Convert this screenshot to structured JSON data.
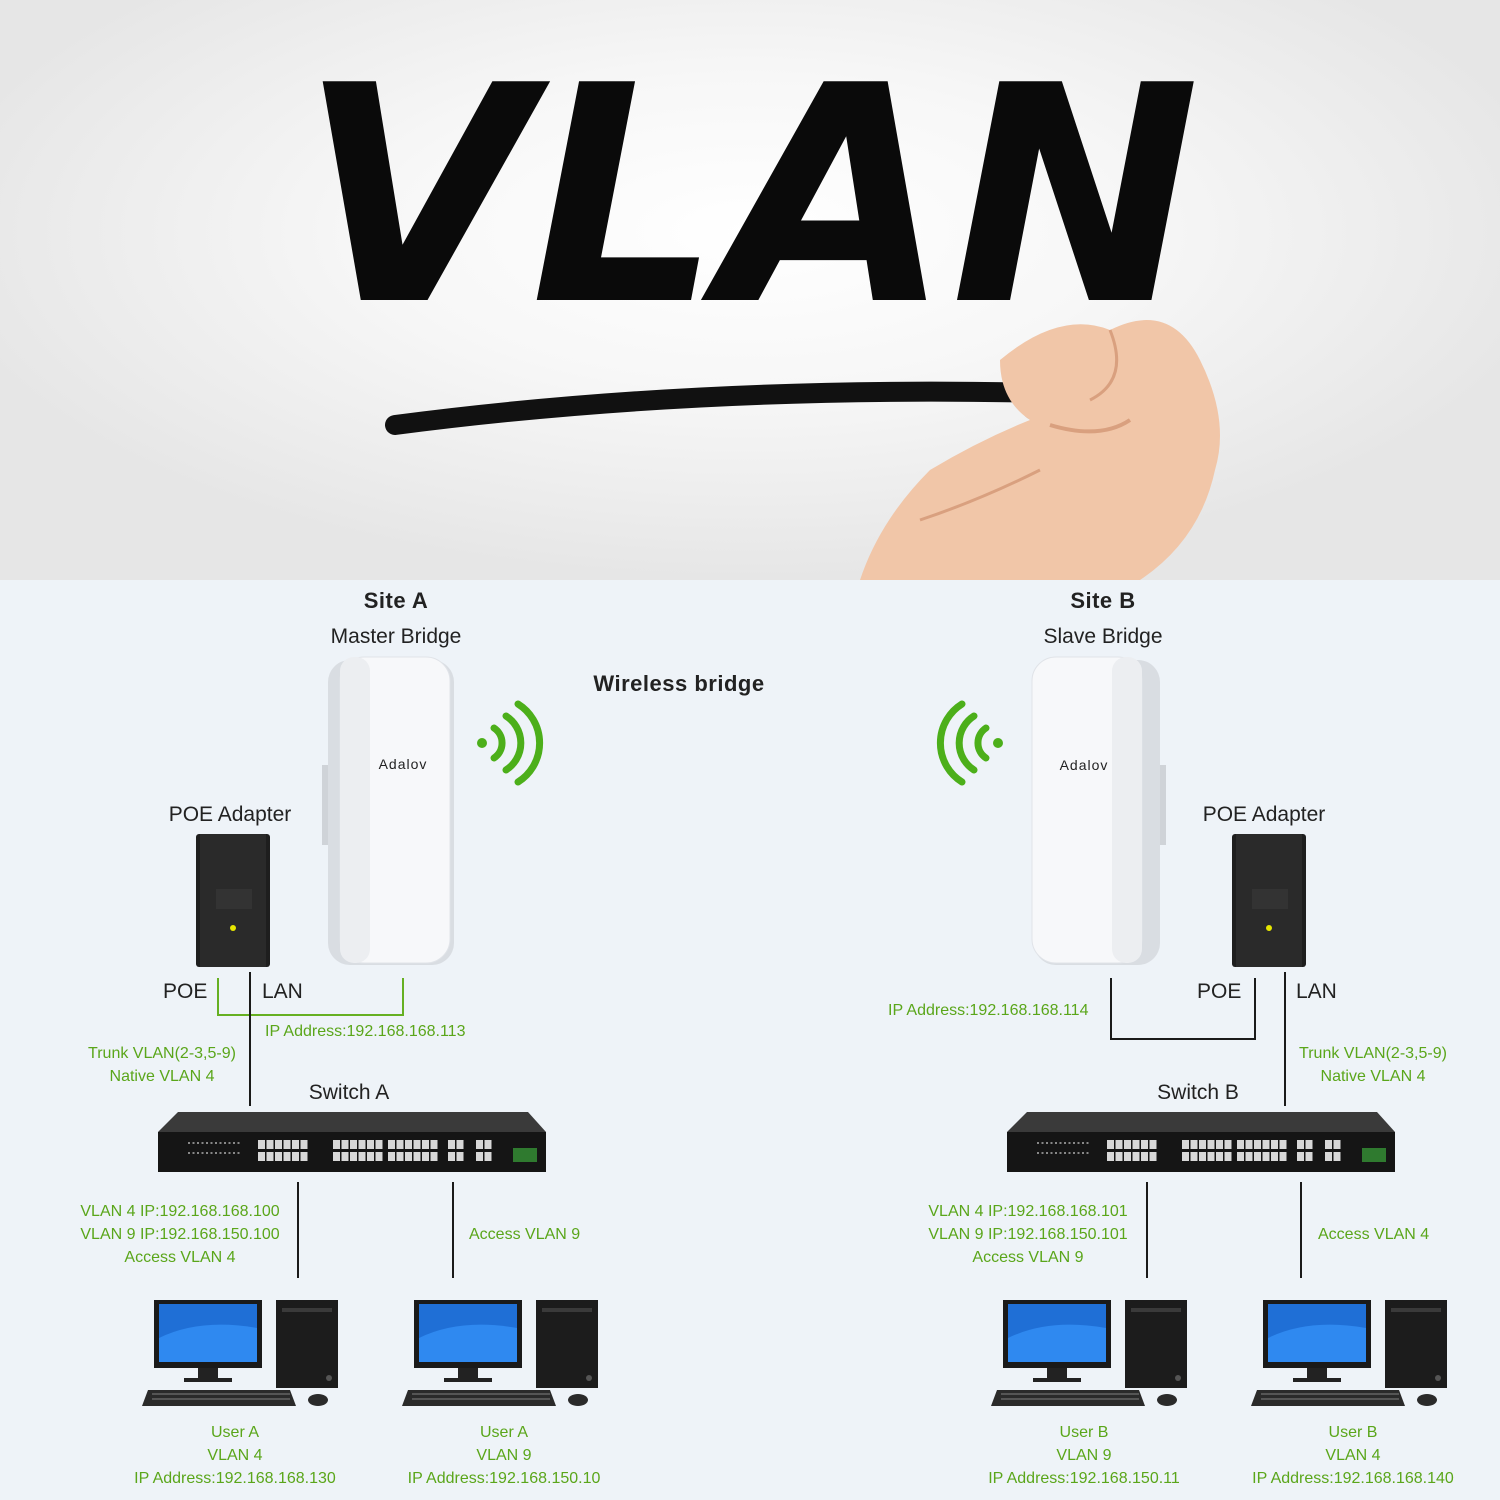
{
  "hero": {
    "title": "VLAN"
  },
  "site_a": {
    "heading": "Site A",
    "bridge_label": "Master Bridge",
    "bridge_brand": "Adalov",
    "poe_adapter_label": "POE Adapter",
    "poe_port": "POE",
    "lan_port": "LAN",
    "bridge_ip": "IP Address:192.168.168.113",
    "trunk": [
      "Trunk VLAN(2-3,5-9)",
      "Native VLAN 4"
    ],
    "switch_label": "Switch A",
    "left_port": [
      "VLAN 4 IP:192.168.168.100",
      "VLAN 9 IP:192.168.150.100",
      "Access VLAN 4"
    ],
    "right_port": [
      "Access VLAN 9"
    ],
    "users": [
      [
        "User A",
        "VLAN 4",
        "IP Address:192.168.168.130"
      ],
      [
        "User A",
        "VLAN 9",
        "IP Address:192.168.150.10"
      ]
    ]
  },
  "wireless_label": "Wireless bridge",
  "site_b": {
    "heading": "Site B",
    "bridge_label": "Slave Bridge",
    "bridge_brand": "Adalov",
    "poe_adapter_label": "POE Adapter",
    "poe_port": "POE",
    "lan_port": "LAN",
    "bridge_ip": "IP Address:192.168.168.114",
    "trunk": [
      "Trunk VLAN(2-3,5-9)",
      "Native VLAN 4"
    ],
    "switch_label": "Switch B",
    "left_port": [
      "VLAN 4 IP:192.168.168.101",
      "VLAN 9 IP:192.168.150.101",
      "Access VLAN 9"
    ],
    "right_port": [
      "Access VLAN 4"
    ],
    "users": [
      [
        "User B",
        "VLAN 9",
        "IP Address:192.168.150.11"
      ],
      [
        "User B",
        "VLAN 4",
        "IP Address:192.168.168.140"
      ]
    ]
  },
  "colors": {
    "green": "#5aa61a",
    "device_dark": "#1e1e1e",
    "screen_blue": "#1f6fd6",
    "background": "#eef3f8"
  }
}
